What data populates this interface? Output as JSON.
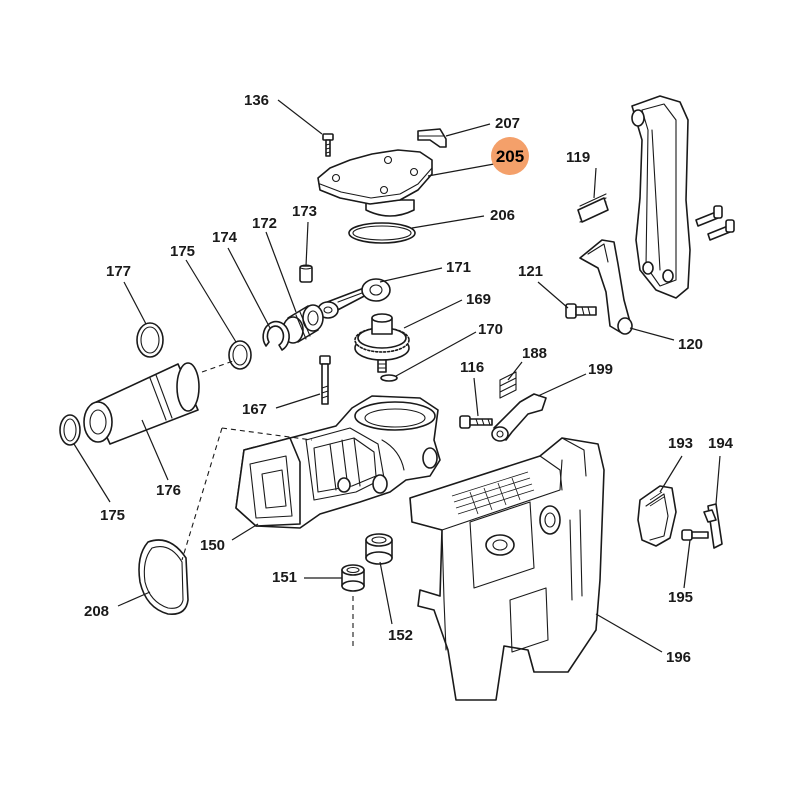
{
  "highlight": {
    "label": "205",
    "color": "#f4a06a"
  },
  "labels": {
    "l136": "136",
    "l207": "207",
    "l205": "205",
    "l119": "119",
    "l206": "206",
    "l173": "173",
    "l172": "172",
    "l174": "174",
    "l175a": "175",
    "l177": "177",
    "l171": "171",
    "l121": "121",
    "l169": "169",
    "l170": "170",
    "l120": "120",
    "l188": "188",
    "l116": "116",
    "l199": "199",
    "l167": "167",
    "l176": "176",
    "l175b": "175",
    "l193": "193",
    "l194": "194",
    "l150": "150",
    "l151": "151",
    "l195": "195",
    "l152": "152",
    "l196": "196",
    "l208": "208"
  }
}
